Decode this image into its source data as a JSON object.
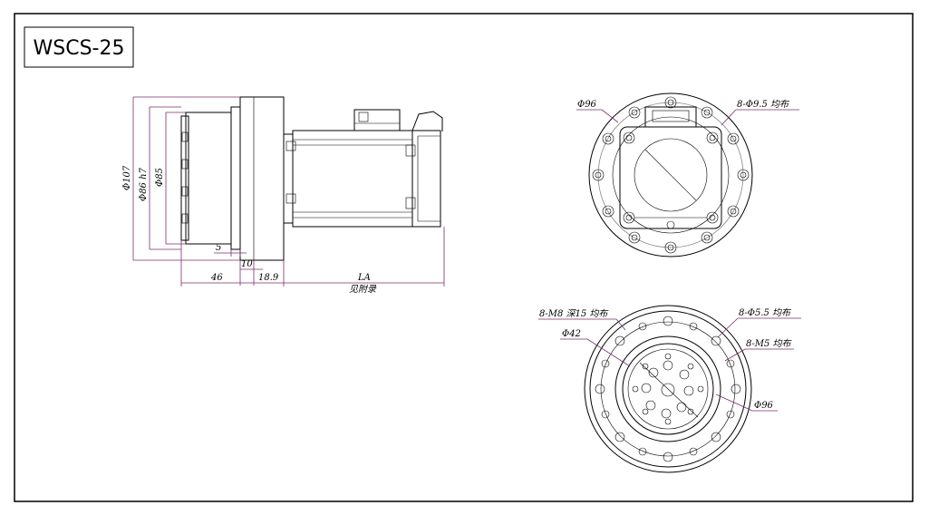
{
  "title": "WSCS-25",
  "side_view": {
    "dims": {
      "phi107": "Φ107",
      "phi86h7": "Φ86 h7",
      "phi85": "Φ85",
      "d5": "5",
      "d10": "10",
      "d46": "46",
      "d18_9": "18.9",
      "la": "LA",
      "la_note": "见附录"
    }
  },
  "rear_view": {
    "phi96": "Φ96",
    "holes": "8-Φ9.5 均布"
  },
  "front_view": {
    "m8": "8-M8 深15 均布",
    "phi42": "Φ42",
    "phi5_5": "8-Φ5.5 均布",
    "m5": "8-M5 均布",
    "phi96": "Φ96"
  },
  "colors": {
    "dimension": "#7a2d6e",
    "outline": "#000000"
  }
}
